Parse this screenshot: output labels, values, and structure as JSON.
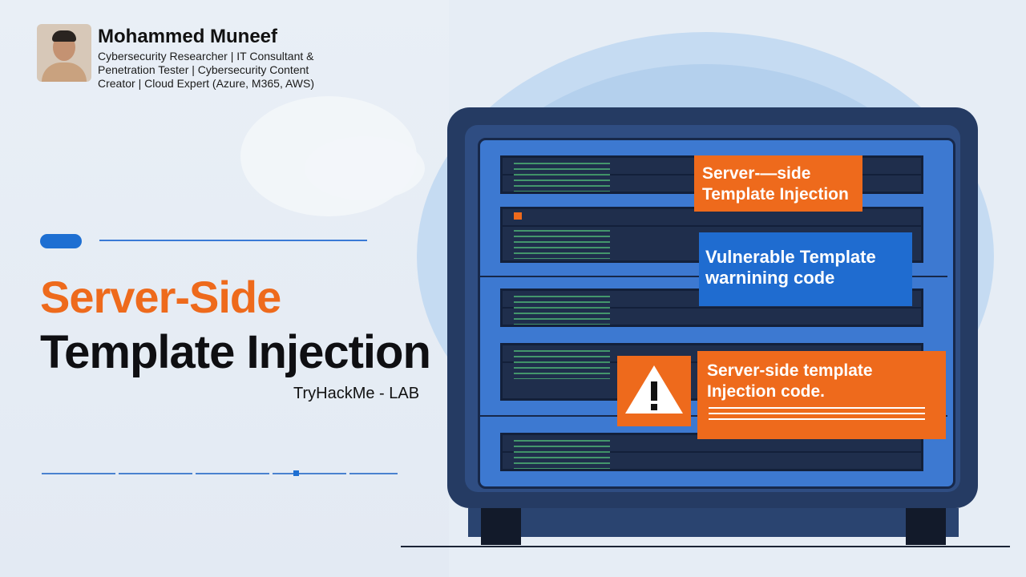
{
  "author": {
    "name": "Mohammed Muneef",
    "description": "Cybersecurity Researcher | IT Consultant & Penetration Tester |  Cybersecurity Content Creator | Cloud Expert (Azure, M365, AWS)"
  },
  "title": {
    "line1": "Server-Side",
    "line2": "Template Injection",
    "subtitle": "TryHackMe  - LAB"
  },
  "labels": {
    "ssti": "Server-—side Template Injection",
    "vulnerable": "Vulnerable Template warnining code",
    "injection_code": "Server-side template Injection  code."
  },
  "icons": {
    "warning": "warning-icon"
  },
  "colors": {
    "orange": "#ee6a1c",
    "blue": "#1f6cd0",
    "navy": "#253b63"
  }
}
